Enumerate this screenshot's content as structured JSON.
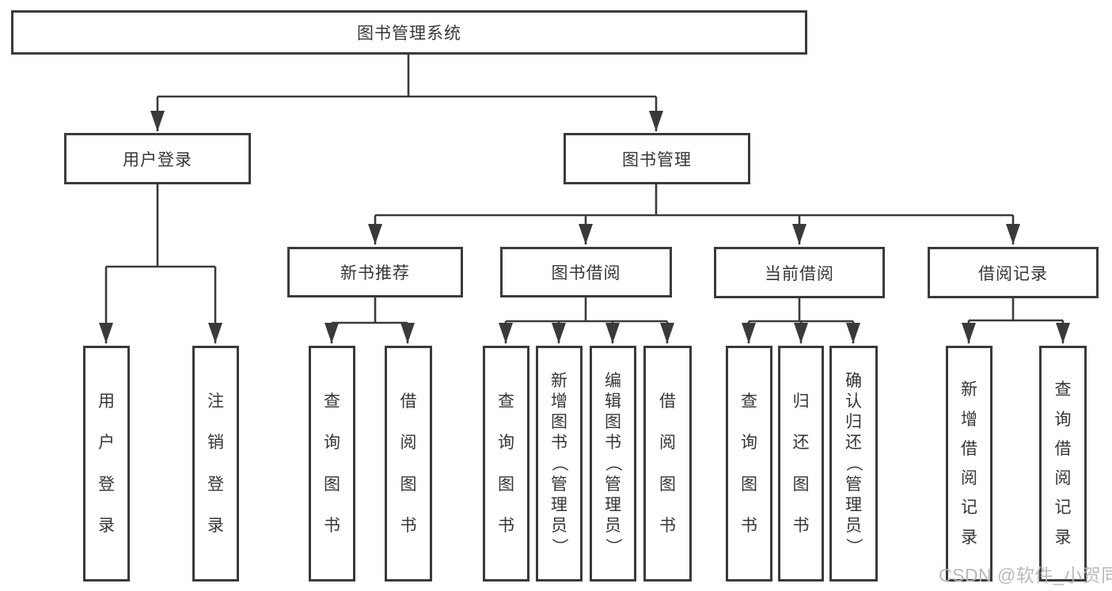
{
  "diagram": {
    "root": {
      "label": "图书管理系统"
    },
    "level1": [
      {
        "label": "用户登录"
      },
      {
        "label": "图书管理"
      }
    ],
    "level2": [
      {
        "label": "新书推荐"
      },
      {
        "label": "图书借阅"
      },
      {
        "label": "当前借阅"
      },
      {
        "label": "借阅记录"
      }
    ],
    "leaves": {
      "user": [
        "用户登录",
        "注销登录"
      ],
      "recommend": [
        "查询图书",
        "借阅图书"
      ],
      "borrow": [
        "查询图书",
        "新增图书（管理员）",
        "编辑图书（管理员）",
        "借阅图书"
      ],
      "current": [
        "查询图书",
        "归还图书",
        "确认归还（管理员）"
      ],
      "records": [
        "新增借阅记录",
        "查询借阅记录"
      ]
    }
  },
  "watermark": {
    "text": "CSDN @软件_小贺同学"
  },
  "colors": {
    "line": "#3a3a3a",
    "text": "#363636",
    "watermark": "#b4b7ba",
    "background": "#ffffff"
  }
}
